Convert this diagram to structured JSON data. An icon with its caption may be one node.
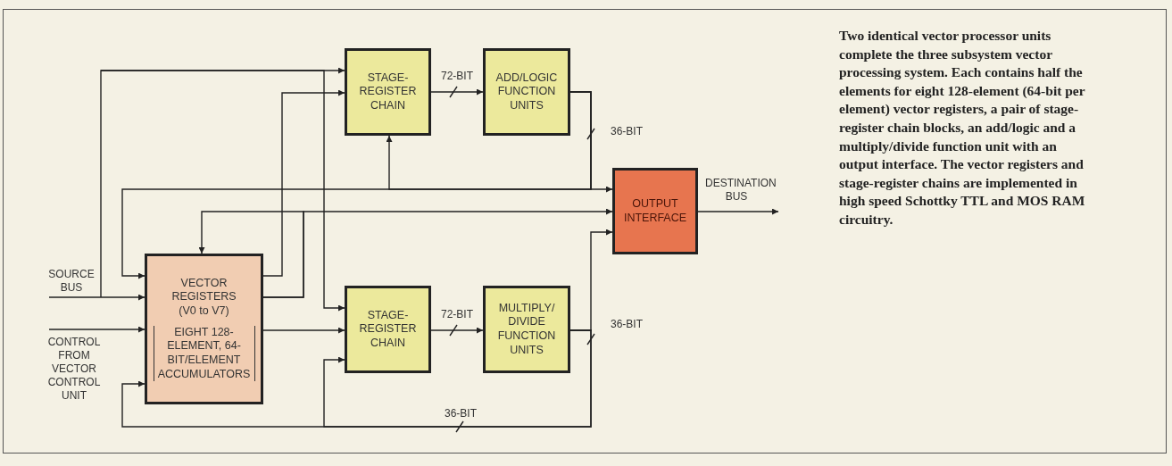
{
  "diagram": {
    "caption": "Two identical vector processor units complete the three subsystem vector processing system. Each contains half the elements for eight 128-element (64-bit per element) vector registers, a pair of stage-register chain blocks, an add/logic and a multiply/divide function unit with an output interface. The vector registers and stage-register chains are implemented in high speed Schottky TTL and MOS RAM circuitry.",
    "nodes": [
      {
        "text": [
          "VECTOR REGISTERS (V0 to V7)",
          "EIGHT 128-ELEMENT, 64-BIT/ELEMENT ACCUMULATORS"
        ]
      },
      {
        "text": [
          "STAGE-REGISTER CHAIN"
        ]
      },
      {
        "text": [
          "ADD/LOGIC FUNCTION UNITS"
        ]
      },
      {
        "text": [
          "OUTPUT INTERFACE"
        ]
      },
      {
        "text": [
          "STAGE-REGISTER CHAIN"
        ]
      },
      {
        "text": [
          "MULTIPLY/ DIVIDE FUNCTION UNITS"
        ]
      }
    ],
    "edges": [
      {
        "from": null,
        "to": 0,
        "arrow": "to",
        "label": "SOURCE BUS"
      },
      {
        "from": null,
        "to": 1,
        "arrow": "to"
      },
      {
        "from": null,
        "to": 4,
        "arrow": "to"
      },
      {
        "from": null,
        "to": 0,
        "arrow": "to",
        "label": "CONTROL FROM VECTOR CONTROL UNIT"
      },
      {
        "from": 0,
        "to": 1,
        "arrow": "to"
      },
      {
        "from": 0,
        "to": 4,
        "arrow": "to"
      },
      {
        "from": 0,
        "to": 3,
        "arrow": "to"
      },
      {
        "from": 0,
        "to": 0,
        "arrow": "to"
      },
      {
        "from": 1,
        "to": 2,
        "arrow": "to",
        "label": "72-BIT"
      },
      {
        "from": 4,
        "to": 5,
        "arrow": "to",
        "label": "72-BIT"
      },
      {
        "from": 2,
        "to": 3,
        "arrow": "to",
        "label": "36-BIT"
      },
      {
        "from": 2,
        "to": 1,
        "arrow": "to"
      },
      {
        "from": 2,
        "to": 0,
        "arrow": "to"
      },
      {
        "from": 5,
        "to": 3,
        "arrow": "to",
        "label": "36-BIT"
      },
      {
        "from": 5,
        "to": 0,
        "arrow": "to",
        "label": "36-BIT"
      },
      {
        "from": 5,
        "to": 4,
        "arrow": "to"
      },
      {
        "from": 3,
        "to": null,
        "arrow": "to",
        "label": "DESTINATION BUS"
      }
    ]
  }
}
